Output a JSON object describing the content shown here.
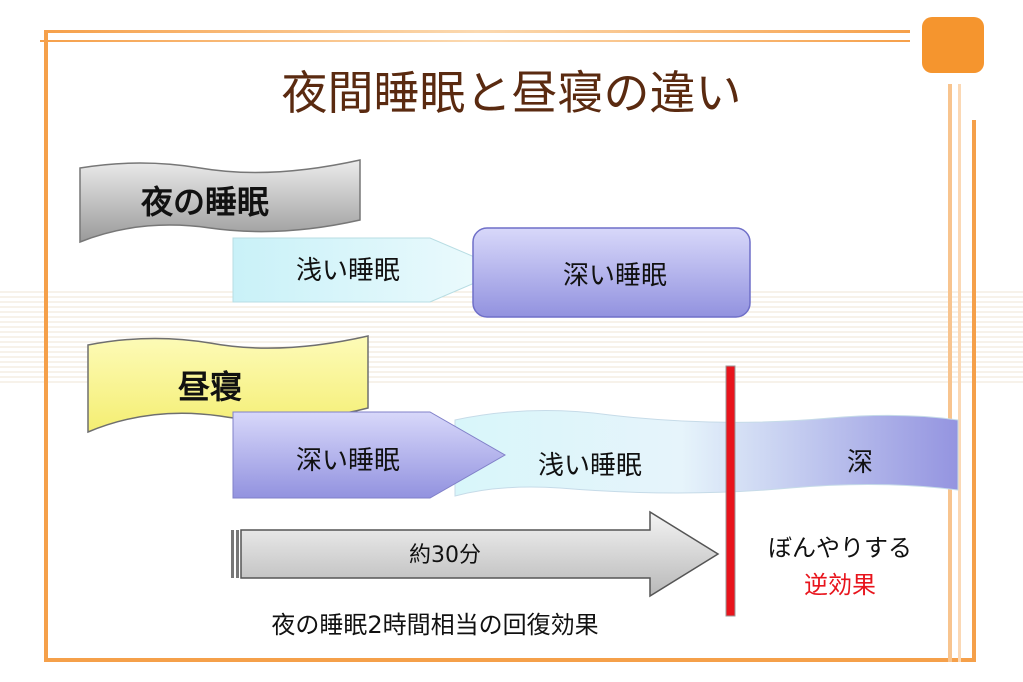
{
  "title": "夜間睡眠と昼寝の違い",
  "night": {
    "label": "夜の睡眠",
    "shallow": "浅い睡眠",
    "deep": "深い睡眠"
  },
  "nap": {
    "label": "昼寝",
    "deep": "深い睡眠",
    "shallow": "浅い睡眠",
    "deep_cut": "深"
  },
  "duration": "約30分",
  "effect": "夜の睡眠2時間相当の回復効果",
  "groggy": "ぼんやりする",
  "reverse_effect": "逆効果",
  "colors": {
    "frame_orange": "#f5a04a",
    "title_brown": "#5a2a10",
    "night_tag": "#c8c8c8",
    "nap_tag": "#fbf79a",
    "shallow_fill": "#dcf6fa",
    "deep_fill": "#a6a6e6",
    "divider_red": "#e8141c"
  }
}
